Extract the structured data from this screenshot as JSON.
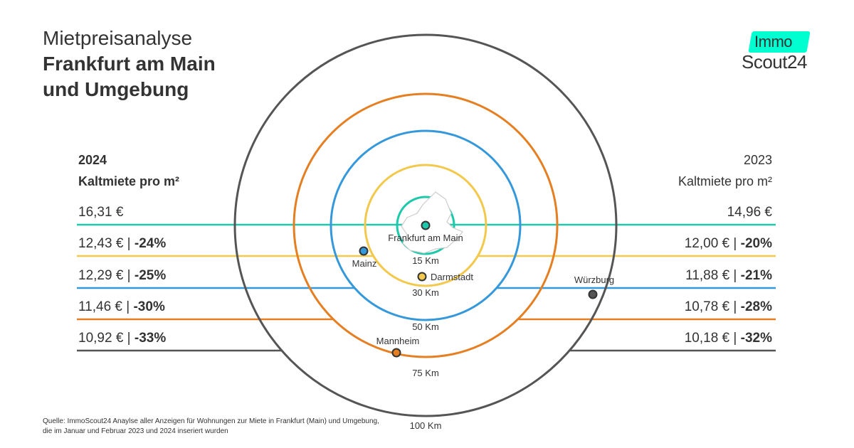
{
  "title": {
    "line1": "Mietpreisanalyse",
    "line2": "Frankfurt am Main",
    "line3": "und Umgebung"
  },
  "logo": {
    "top": "Immo",
    "bottom": "Scout24",
    "accent_color": "#00ffd0"
  },
  "left_header": {
    "year": "2024",
    "label": "Kaltmiete pro m²"
  },
  "right_header": {
    "year": "2023",
    "label": "Kaltmiete pro m²"
  },
  "chart_data": {
    "type": "table",
    "rings": [
      {
        "label": "15 Km",
        "distance_km": 15,
        "color": "#1ec9ab",
        "price_2024": "16,31 €",
        "change_2024": "",
        "price_2023": "14,96 €",
        "change_2023": ""
      },
      {
        "label": "30 Km",
        "distance_km": 30,
        "color": "#f2c94c",
        "price_2024": "12,43 €",
        "change_2024": "-24%",
        "price_2023": "12,00 €",
        "change_2023": "-20%"
      },
      {
        "label": "50 Km",
        "distance_km": 50,
        "color": "#3598db",
        "price_2024": "12,29 €",
        "change_2024": "-25%",
        "price_2023": "11,88 €",
        "change_2023": "-21%"
      },
      {
        "label": "75 Km",
        "distance_km": 75,
        "color": "#e67e22",
        "price_2024": "11,46 €",
        "change_2024": "-30%",
        "price_2023": "10,78 €",
        "change_2023": "-28%"
      },
      {
        "label": "100 Km",
        "distance_km": 100,
        "color": "#555555",
        "price_2024": "10,92 €",
        "change_2024": "-33%",
        "price_2023": "10,18 €",
        "change_2023": "-32%"
      }
    ],
    "cities": [
      {
        "name": "Frankfurt am Main",
        "color": "#1ec9ab"
      },
      {
        "name": "Mainz",
        "color": "#3598db"
      },
      {
        "name": "Darmstadt",
        "color": "#f2c94c"
      },
      {
        "name": "Würzburg",
        "color": "#555555"
      },
      {
        "name": "Mannheim",
        "color": "#e67e22"
      }
    ]
  },
  "source": "Quelle: ImmoScout24 Anaylse aller Anzeigen für Wohnungen zur Miete in Frankfurt (Main) und Umgebung, die im Januar und Februar 2023 und 2024 inseriert wurden"
}
